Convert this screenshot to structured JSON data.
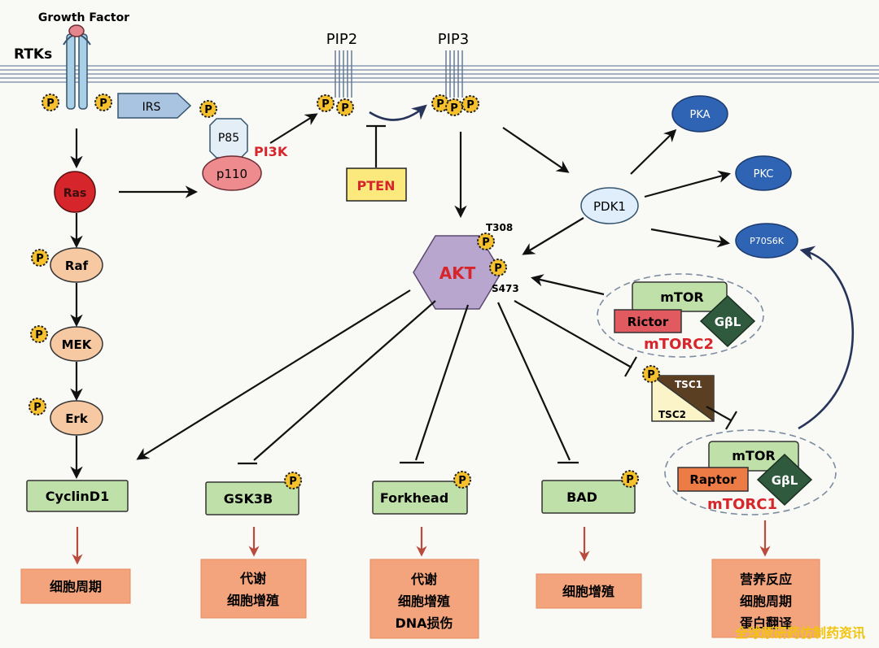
{
  "labels": {
    "growth_factor": "Growth Factor",
    "rtks": "RTKs",
    "pip2": "PIP2",
    "pip3": "PIP3",
    "irs": "IRS",
    "p85": "P85",
    "p110": "p110",
    "pi3k": "PI3K",
    "pten": "PTEN",
    "ras": "Ras",
    "raf": "Raf",
    "mek": "MEK",
    "erk": "Erk",
    "akt": "AKT",
    "t308": "T308",
    "s473": "S473",
    "pdk1": "PDK1",
    "pka": "PKA",
    "pkc": "PKC",
    "p70s6k": "P70S6K",
    "mtor": "mTOR",
    "rictor": "Rictor",
    "gbl": "GβL",
    "mtorc2": "mTORC2",
    "tsc1": "TSC1",
    "tsc2": "TSC2",
    "raptor": "Raptor",
    "mtorc1": "mTORC1",
    "phospho": "P"
  },
  "targets": {
    "cyclind1": "CyclinD1",
    "gsk3b": "GSK3B",
    "forkhead": "Forkhead",
    "bad": "BAD"
  },
  "outcomes": {
    "cell_cycle": "细胞周期",
    "gsk3b_line1": "代谢",
    "gsk3b_line2": "细胞增殖",
    "fork_line1": "代谢",
    "fork_line2": "细胞增殖",
    "fork_line3": "DNA损伤",
    "bad": "细胞增殖",
    "mtor_line1": "营养反应",
    "mtor_line2": "细胞周期",
    "mtor_line3": "蛋白翻译"
  },
  "watermark": "全球原研药仿制药资讯",
  "colors": {
    "membrane": "#8a9bb4",
    "irs": "#a8c4e0",
    "receptor": "#a9d0e6",
    "ras": "#d7262b",
    "ras_text": "#3a0f0f",
    "peach": "#f6c9a2",
    "green_box": "#bfe0a8",
    "outcome": "#f4a47c",
    "blue_node": "#2f63b3",
    "pdk1": "#dfeefa",
    "akt": "#b9a6cf",
    "akt_text": "#d7262b",
    "pi3k_text": "#d7262b",
    "pten_fill": "#fbe97d",
    "pten_text": "#d7262b",
    "rictor": "#e05a60",
    "raptor": "#ec7b45",
    "gbl": "#2f5a3d",
    "complex_text": "#d7262b",
    "phospho_fill": "#f6c12c",
    "arrow_red": "#b94a3e",
    "watermark": "#f1c40f"
  }
}
